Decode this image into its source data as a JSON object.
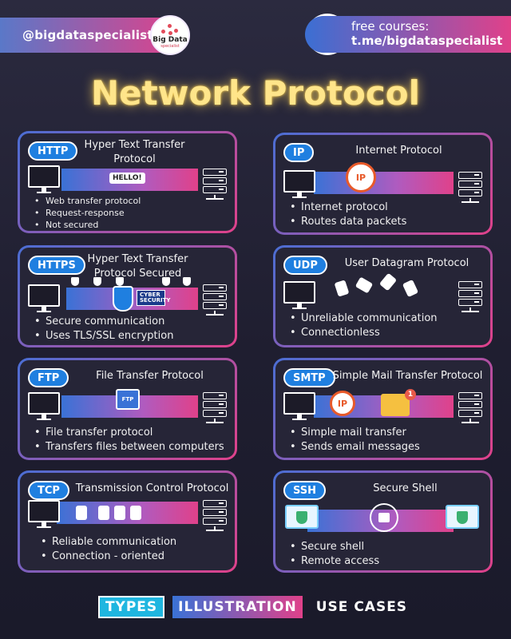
{
  "header": {
    "handle": "@bigdataspecialist",
    "logo_text": "Big Data",
    "logo_sub": "specialist",
    "promo_line1": "free courses:",
    "promo_line2": "t.me/bigdataspecialist",
    "promo_icon": "telegram-plane-icon"
  },
  "title": "Network Protocol",
  "cards": {
    "http": {
      "badge": "HTTP",
      "title": "Hyper Text Transfer Protocol",
      "sign": "HELLO!",
      "bullets": [
        "Web transfer protocol",
        "Request-response",
        "Not secured"
      ]
    },
    "ip": {
      "badge": "IP",
      "title": "Internet Protocol",
      "stamp": "IP",
      "bullets": [
        "Internet protocol",
        "Routes data packets"
      ]
    },
    "https": {
      "badge": "HTTPS",
      "title": "Hyper Text Transfer Protocol Secured",
      "lock_label": "CYBER SECURITY",
      "bullets": [
        "Secure communication",
        "Uses TLS/SSL encryption"
      ]
    },
    "udp": {
      "badge": "UDP",
      "title": "User Datagram Protocol",
      "bullets": [
        "Unreliable  communication",
        "Connectionless"
      ]
    },
    "ftp": {
      "badge": "FTP",
      "title": "File Transfer Protocol",
      "folder_label": "FTP",
      "bullets": [
        "File transfer protocol",
        "Transfers files between computers"
      ]
    },
    "smtp": {
      "badge": "SMTP",
      "title": "Simple Mail Transfer Protocol",
      "stamp": "IP",
      "notification_count": "1",
      "bullets": [
        "Simple mail transfer",
        "Sends email messages"
      ]
    },
    "tcp": {
      "badge": "TCP",
      "title": "Transmission Control Protocol",
      "bullets": [
        "Reliable communication",
        "Connection - oriented"
      ]
    },
    "ssh": {
      "badge": "SSH",
      "title": "Secure Shell",
      "bullets": [
        "Secure shell",
        "Remote access"
      ]
    }
  },
  "footer": {
    "types": "TYPES",
    "illustration": "ILLUSTRATION",
    "use_cases": "USE CASES"
  },
  "colors": {
    "accent_blue": "#1f7fe0",
    "accent_pink": "#e0418a",
    "title_glow": "#ffe58a",
    "background": "#23223a"
  }
}
